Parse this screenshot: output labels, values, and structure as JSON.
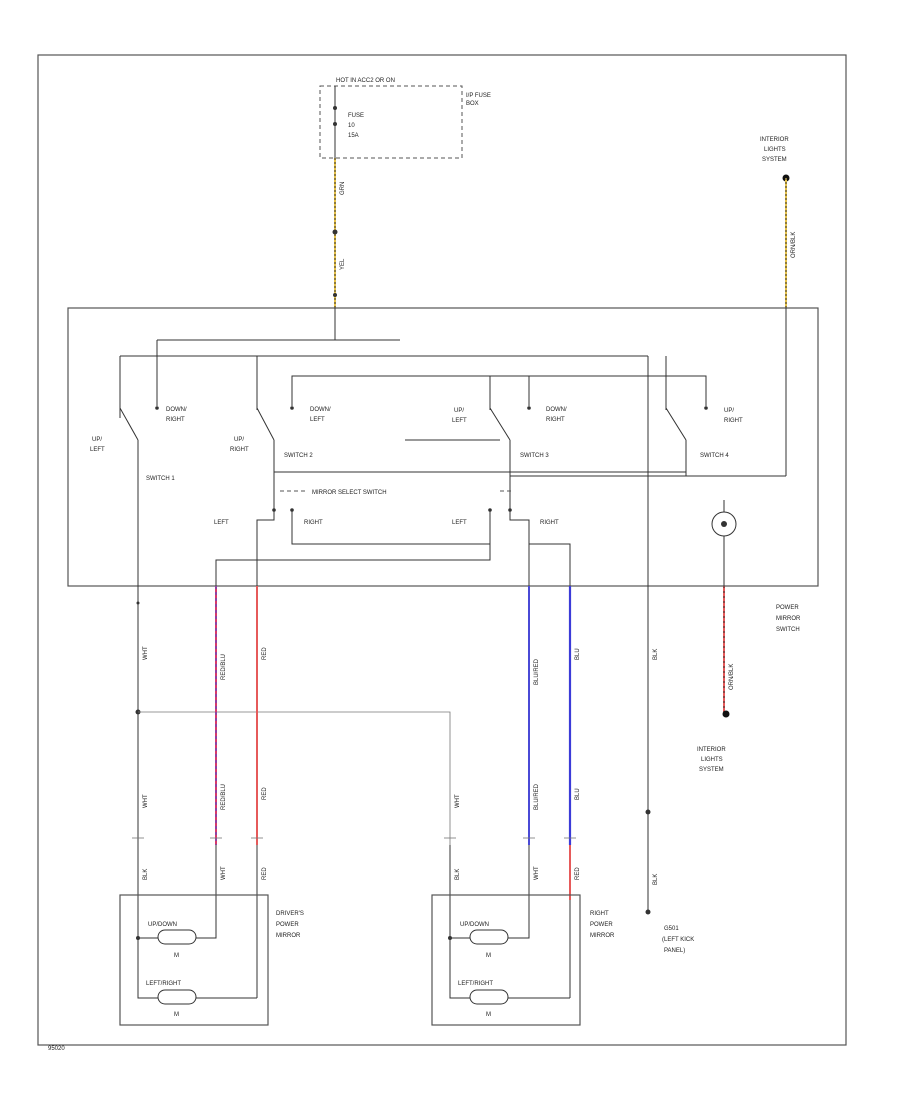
{
  "fuse": {
    "hot_label": "HOT IN ACC2 OR ON",
    "box_label": [
      "I/P FUSE",
      "BOX"
    ],
    "fuse_label": [
      "FUSE",
      "10",
      "15A"
    ]
  },
  "switch_labels": {
    "switch1": "SWITCH 1",
    "switch2": "SWITCH 2",
    "switch3": "SWITCH 3",
    "switch4": "SWITCH 4",
    "up_left": [
      "UP/",
      "LEFT"
    ],
    "down_right": [
      "DOWN/",
      "RIGHT"
    ],
    "up_right": [
      "UP/",
      "RIGHT"
    ],
    "down_left": [
      "DOWN/",
      "LEFT"
    ],
    "up_left_b": [
      "UP/",
      "LEFT"
    ],
    "down_right_b": [
      "DOWN/",
      "RIGHT"
    ],
    "up_right_b": [
      "UP/",
      "RIGHT"
    ],
    "mirror_select": "MIRROR SELECT SWITCH",
    "left_a": "LEFT",
    "right_a": "RIGHT",
    "left_b": "LEFT",
    "right_b": "RIGHT",
    "power_mirror_switch": [
      "POWER",
      "MIRROR",
      "SWITCH"
    ]
  },
  "interior_top": [
    "INTERIOR",
    "LIGHTS",
    "SYSTEM"
  ],
  "interior_bottom": [
    "INTERIOR",
    "LIGHTS",
    "SYSTEM"
  ],
  "wire_colors": {
    "top_fuse": "GRN",
    "top_conn": "YEL",
    "right_top": "ORN/BLK",
    "w1": "WHT",
    "w2": "RED/BLU",
    "w3": "RED",
    "w4": "BLU/RED",
    "w5": "BLU",
    "w6": "BLK",
    "w7": "ORN/BLK",
    "m1": "WHT",
    "m2": "RED/BLU",
    "m3": "RED",
    "m4": "WHT",
    "m5": "BLU/RED",
    "m6": "BLU",
    "b1": "BLK",
    "b2": "WHT",
    "b3": "RED",
    "b4": "BLK",
    "b5": "WHT",
    "b6": "RED",
    "b7": "BLK"
  },
  "drivers_mirror": {
    "label": [
      "DRIVER'S",
      "POWER",
      "MIRROR"
    ],
    "up_down": "UP/DOWN",
    "left_right": "LEFT/RIGHT",
    "motor": "M"
  },
  "right_mirror": {
    "label": [
      "RIGHT",
      "POWER",
      "MIRROR"
    ],
    "up_down": "UP/DOWN",
    "left_right": "LEFT/RIGHT",
    "motor": "M"
  },
  "ground": {
    "label": [
      "G501",
      "(LEFT KICK",
      "PANEL)"
    ]
  },
  "footer_code": "95020"
}
